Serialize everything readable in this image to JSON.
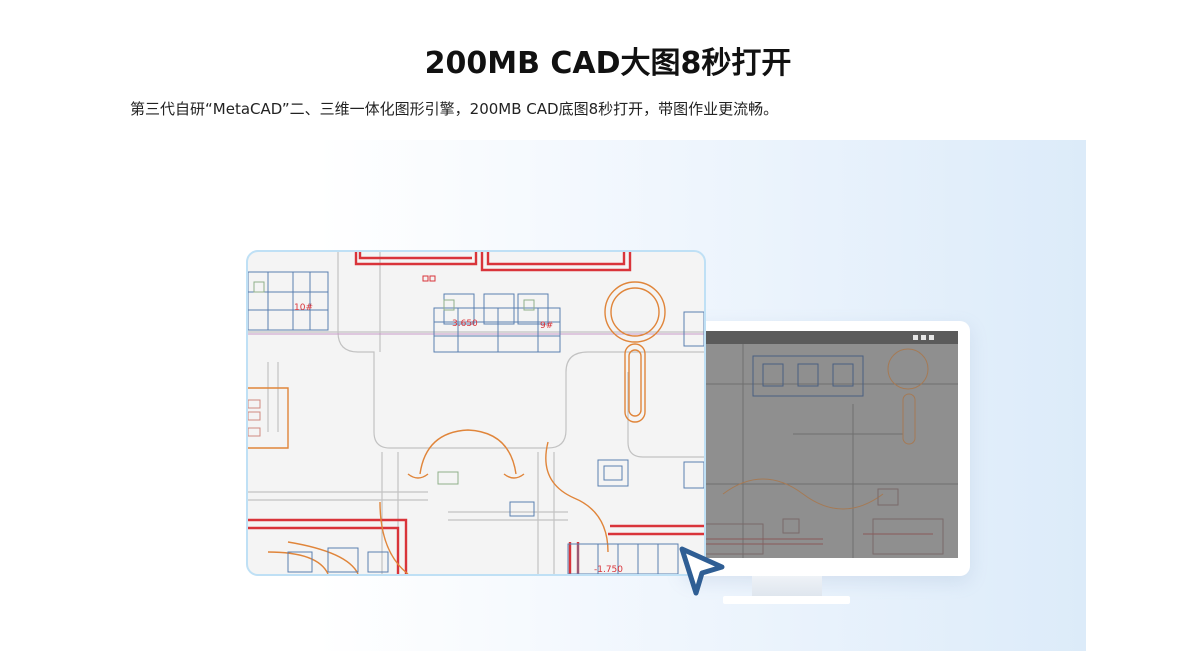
{
  "header": {
    "title": "200MB CAD大图8秒打开",
    "subtitle": "第三代自研“MetaCAD”二、三维一体化图形引擎，200MB CAD底图8秒打开，带图作业更流畅。"
  },
  "illustration": {
    "drawing_labels": [
      "10#",
      "9#",
      "3.650",
      "-1.750"
    ],
    "colors": {
      "cad_background": "#f4f4f4",
      "wall_red": "#d9343a",
      "path_orange": "#e0853a",
      "building_blue": "#5a7fb0",
      "line_gray": "#b5b5b5",
      "window_border": "#bfe0f5",
      "monitor_screen": "#8f8f8f",
      "monitor_bar": "#5b5b5b",
      "cursor": "#2f5e94"
    },
    "icons": [
      "pointer-cursor-icon",
      "monitor-icon"
    ]
  }
}
